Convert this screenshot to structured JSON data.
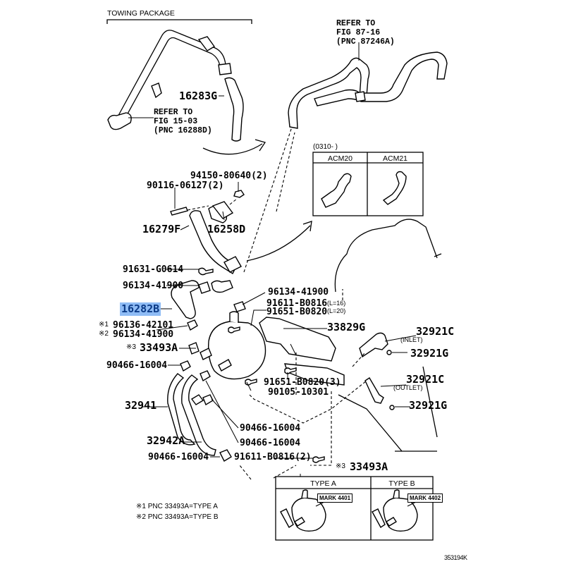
{
  "diagram": {
    "drawing_id": "353194K",
    "group_title": "TOWING PACKAGE",
    "refer_blocks": [
      {
        "lines": [
          "REFER TO",
          "FIG 15-03",
          "(PNC 16288D)"
        ]
      },
      {
        "lines": [
          "REFER TO",
          "FIG 87-16",
          "(PNC 87246A)"
        ]
      }
    ],
    "variant_box": {
      "date_range": "(0310-     )",
      "columns": [
        "ACM20",
        "ACM21"
      ]
    },
    "type_box": {
      "ref_mark": "※3",
      "part": "33493A",
      "columns": [
        {
          "label": "TYPE A",
          "mark": "MARK  4401"
        },
        {
          "label": "TYPE B",
          "mark": "MARK  4402"
        }
      ]
    },
    "footnotes": [
      "※1  PNC 33493A=TYPE A",
      "※2  PNC 33493A=TYPE B"
    ],
    "selected_part": "16282B",
    "parts": {
      "p16283G": "16283G",
      "p94150": "94150-80640(2)",
      "p90116": "90116-06127(2)",
      "p16279F": "16279F",
      "p16258D": "16258D",
      "p91631": "91631-G0614",
      "p96134a": "96134-41900",
      "p16282B": "16282B",
      "p96134b": "96134-41900",
      "p91611a": "91611-B0816",
      "p91611a_len": "(L=16)",
      "p91651a": "91651-B0820",
      "p91651a_len": "(L=20)",
      "p33829G": "33829G",
      "p96136_mark": "※1",
      "p96136": "96136-42101",
      "p96134c_mark": "※2",
      "p96134c": "96134-41900",
      "p33493A_mark": "※3",
      "p33493A": "33493A",
      "p32921C_in": "32921C",
      "p32921C_in_note": "(INLET)",
      "p32921G_a": "32921G",
      "p90466a": "90466-16004",
      "p91651b": "91651-B0820(3)",
      "p90105": "90105-10301",
      "p32921C_out": "32921C",
      "p32921C_out_note": "(OUTLET)",
      "p32921G_b": "32921G",
      "p32941": "32941",
      "p90466b": "90466-16004",
      "p32942A": "32942A",
      "p90466c": "90466-16004",
      "p90466d": "90466-16004",
      "p91611b": "91611-B0816(2)"
    }
  }
}
